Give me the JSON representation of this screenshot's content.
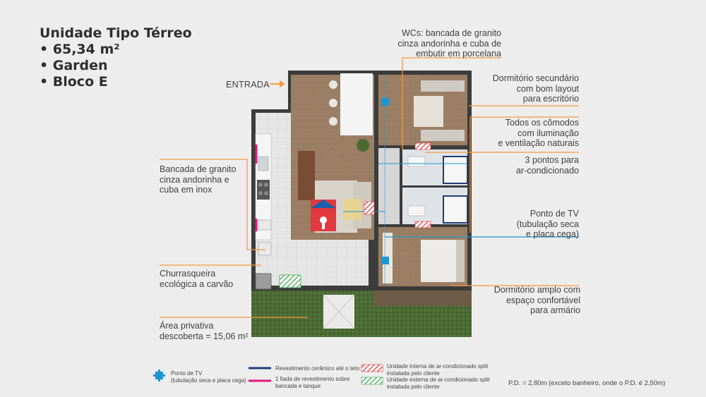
{
  "header": {
    "line1": "Unidade Tipo Térreo",
    "line2": "• 65,34 m²",
    "line3": "• Garden",
    "line4": "• Bloco E"
  },
  "entrance": "ENTRADA",
  "callouts_left": {
    "bancada": [
      "Bancada de granito",
      "cinza andorinha e",
      "cuba em inox"
    ],
    "churrasqueira": [
      "Churrasqueira",
      "ecológica a carvão"
    ],
    "area": [
      "Área privativa",
      "descoberta = 15,06 m²"
    ]
  },
  "callouts_right": {
    "wcs": [
      "WCs: bancada de granito",
      "cinza andorinha e cuba de",
      "embutir em porcelana"
    ],
    "dormitorio_secundario": [
      "Dormitório secundário",
      "com bom layout",
      "para escritório"
    ],
    "comodos": [
      "Todos os cômodos",
      "com iluminação",
      "e ventilação naturais"
    ],
    "ar": [
      "3 pontos para",
      "ar-condicionado"
    ],
    "tv": [
      "Ponto de TV",
      "(tubulação seca",
      "e placa cega)"
    ],
    "dormitorio_amplo": [
      "Dormitório amplo com",
      "espaço confortável",
      "para armário"
    ]
  },
  "legend": {
    "tv": [
      "Ponto de TV",
      "(tubulação seca e placa cega)"
    ],
    "ceramic": [
      "Revestimento cerâmico até o teto"
    ],
    "fiada": [
      "1 fiada de revestimento sobre",
      "bancada e tanque"
    ],
    "ac_internal": [
      "Unidade interna de ar-condicionado split",
      "instalada pelo cliente"
    ],
    "ac_external": [
      "Unidade externa de ar-condicionado split",
      "instalada pelo cliente"
    ]
  },
  "pd_note": "P.D. = 2,80m (exceto banheiro, onde o P.D. é 2,50m)",
  "colors": {
    "accent_orange": "#f39a3c",
    "tv_blue": "#1f95cf",
    "ceramic_navy": "#1d3d78",
    "fiada_magenta": "#e0197d",
    "ac_internal_red": "#e2383f",
    "ac_external_green": "#3aa64d",
    "wall": "#3c3c3c"
  }
}
